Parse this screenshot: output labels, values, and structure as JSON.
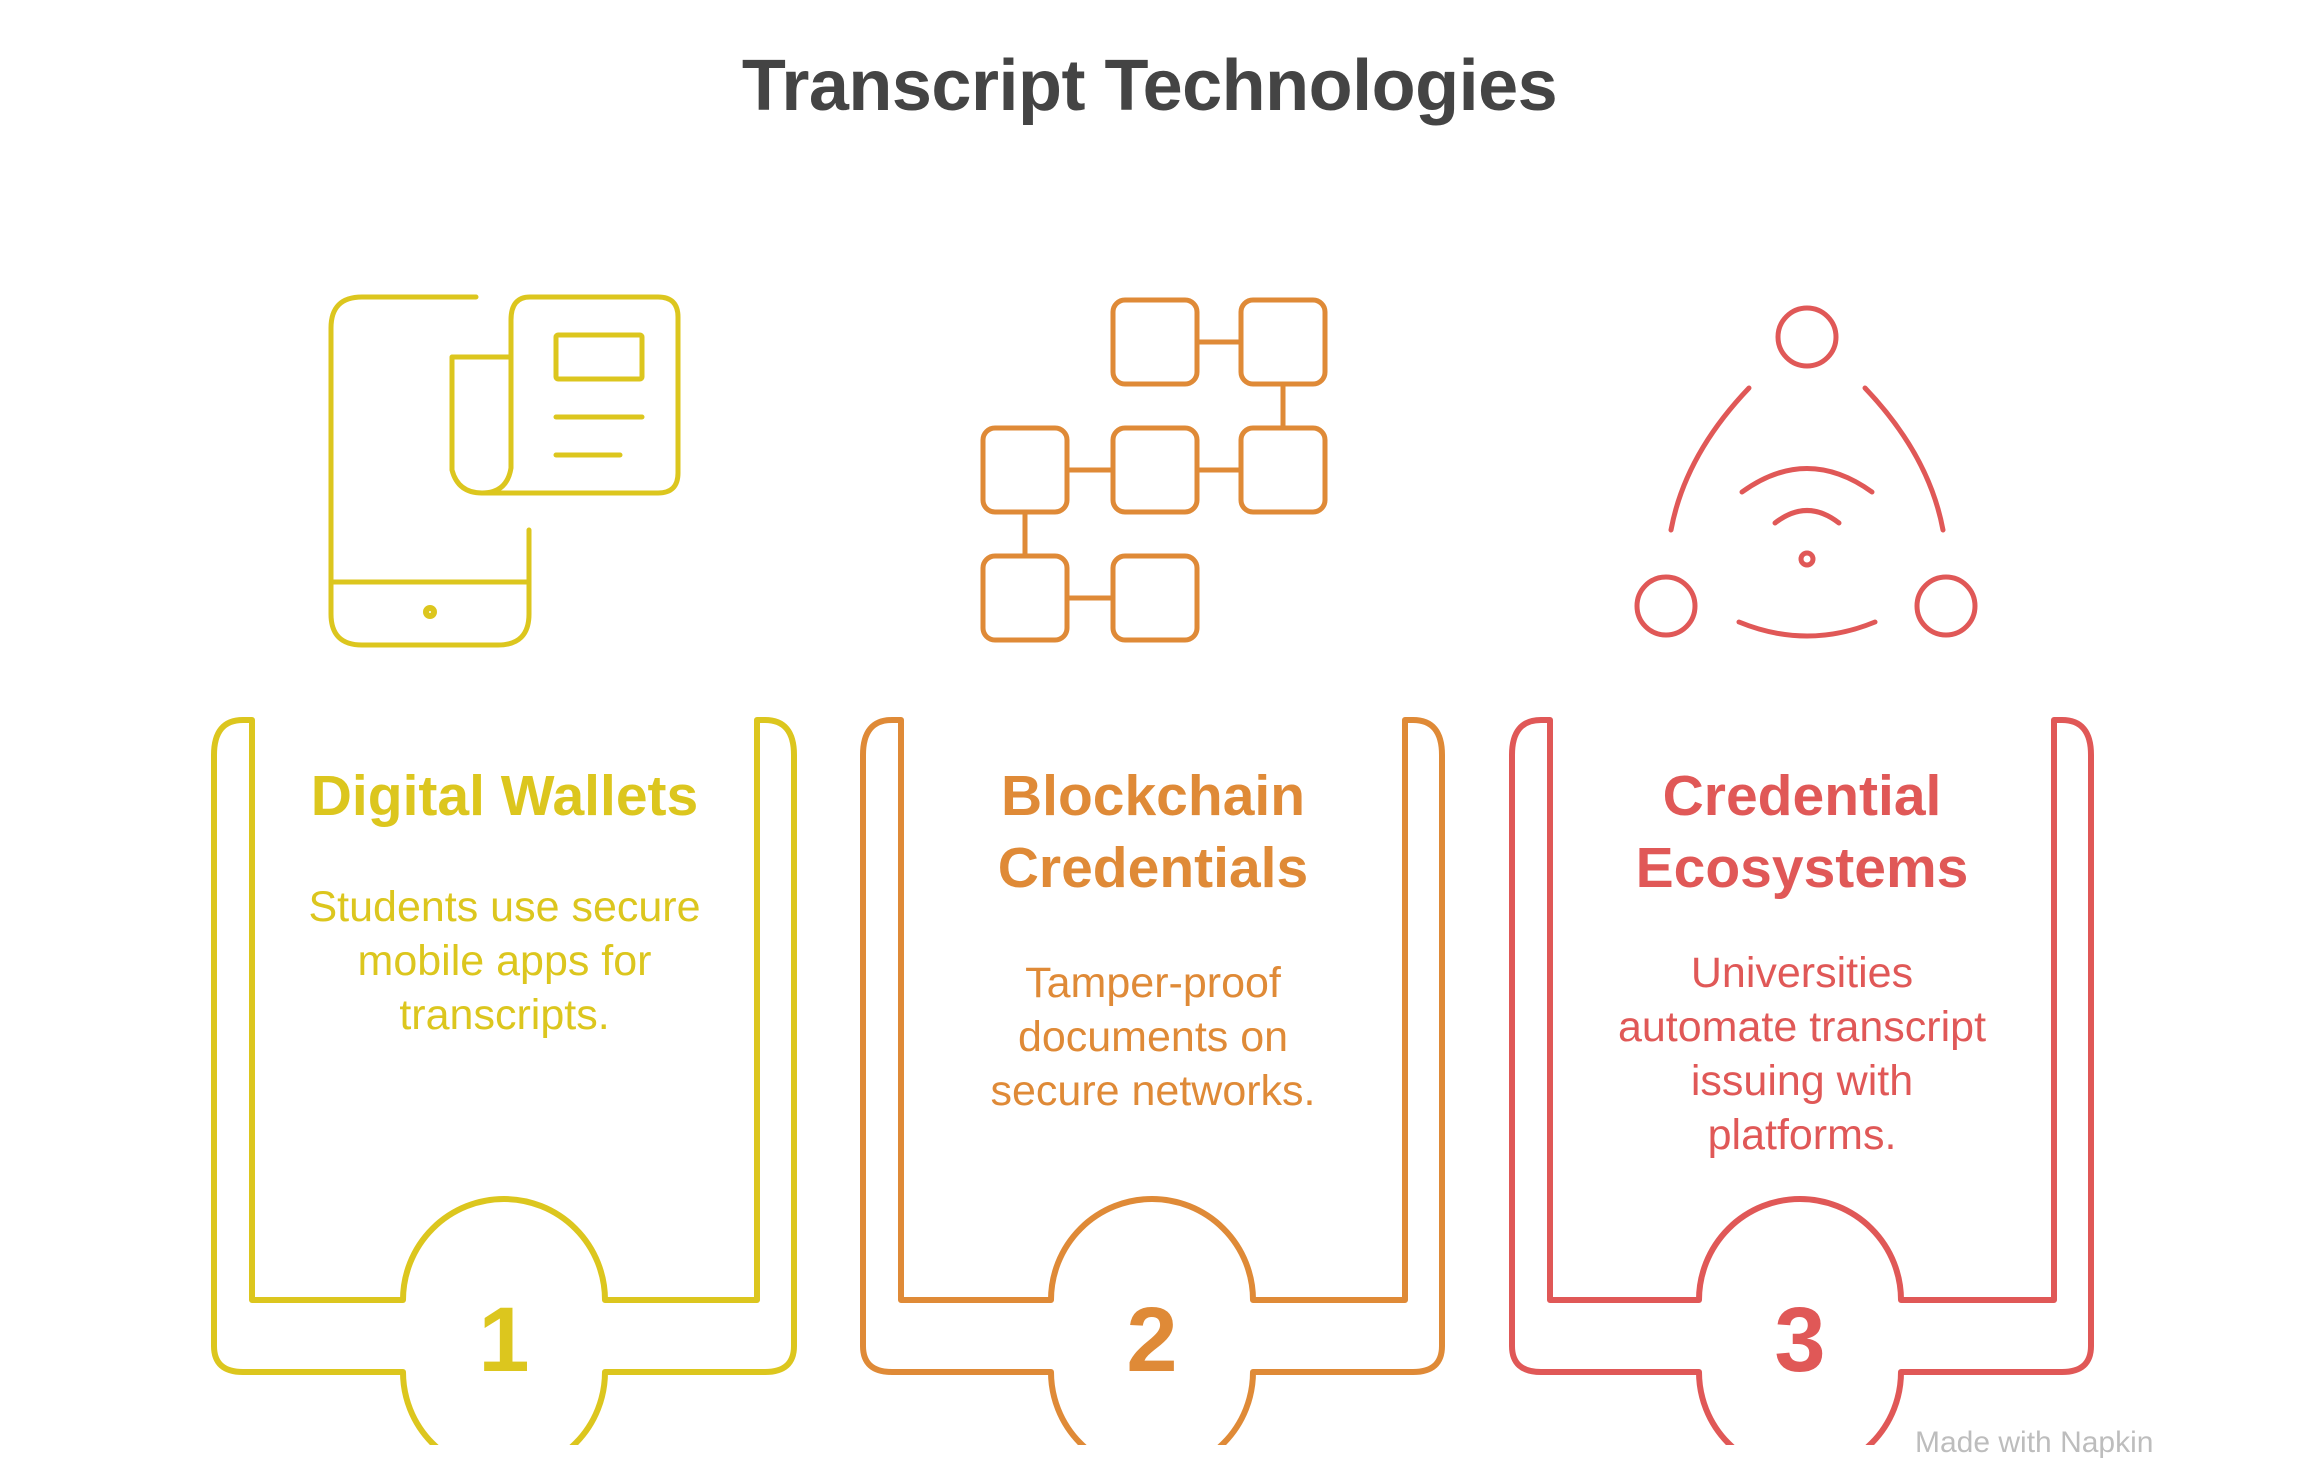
{
  "title": "Transcript Technologies",
  "footer": "Made with Napkin",
  "cards": [
    {
      "title_lines": [
        "Digital Wallets"
      ],
      "desc_lines": [
        "Students use secure",
        "mobile apps for",
        "transcripts."
      ],
      "number": "1",
      "color": "#DCC61E",
      "icon": "phone-document-icon"
    },
    {
      "title_lines": [
        "Blockchain",
        "Credentials"
      ],
      "desc_lines": [
        "Tamper-proof",
        "documents on",
        "secure networks."
      ],
      "number": "2",
      "color": "#DF8A37",
      "icon": "blockchain-blocks-icon"
    },
    {
      "title_lines": [
        "Credential",
        "Ecosystems"
      ],
      "desc_lines": [
        "Universities",
        "automate transcript",
        "issuing with",
        "platforms."
      ],
      "number": "3",
      "color": "#E05857",
      "icon": "network-triangle-icon"
    }
  ]
}
